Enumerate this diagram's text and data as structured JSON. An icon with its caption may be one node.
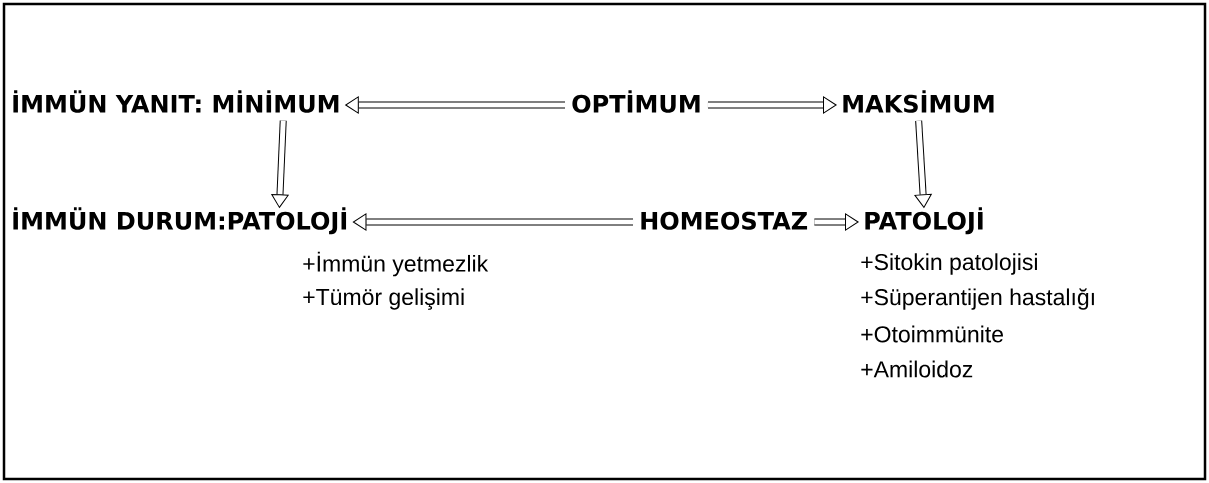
{
  "diagram": {
    "nodes": [
      {
        "text": [
          "İMMÜN YANIT: MİNİMUM"
        ]
      },
      {
        "text": [
          "OPTİMUM"
        ]
      },
      {
        "text": [
          "MAKSİMUM"
        ]
      },
      {
        "text": [
          "İMMÜN DURUM:PATOLOJİ"
        ],
        "beside": [
          "+İmmün yetmezlik",
          "+Tümör gelişimi"
        ]
      },
      {
        "text": [
          "HOMEOSTAZ"
        ]
      },
      {
        "text": [
          "PATOLOJİ"
        ],
        "beside": [
          "+Sitokin patolojisi",
          "+Süperantijen hastalığı",
          "+Otoimmünite",
          "+Amiloidoz"
        ]
      }
    ],
    "edges": [
      {
        "from": 1,
        "to": 0,
        "arrow": "to"
      },
      {
        "from": 1,
        "to": 2,
        "arrow": "to"
      },
      {
        "from": 0,
        "to": 3,
        "arrow": "to"
      },
      {
        "from": 2,
        "to": 5,
        "arrow": "to"
      },
      {
        "from": 4,
        "to": 3,
        "arrow": "to"
      },
      {
        "from": 4,
        "to": 5,
        "arrow": "to"
      }
    ]
  }
}
